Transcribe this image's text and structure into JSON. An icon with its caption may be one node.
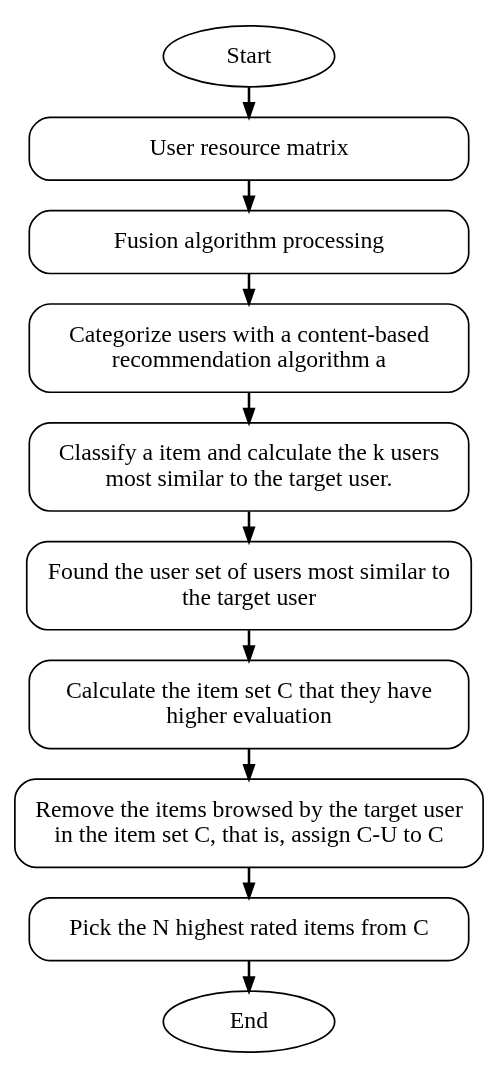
{
  "diagram": {
    "nodes": [
      {
        "text": [
          "Start"
        ]
      },
      {
        "text": [
          "User resource matrix"
        ]
      },
      {
        "text": [
          "Fusion algorithm processing"
        ]
      },
      {
        "text": [
          "Categorize users with a content-based recommendation algorithm a"
        ]
      },
      {
        "text": [
          "Classify a item and calculate the k users most similar to the target user."
        ]
      },
      {
        "text": [
          "Found the user set of users most similar to the target user"
        ]
      },
      {
        "text": [
          "Calculate the item set C that they have higher evaluation"
        ]
      },
      {
        "text": [
          "Remove the items browsed by the target user in the item set C, that is, assign C-U to C"
        ]
      },
      {
        "text": [
          "Pick the N highest rated items from C"
        ]
      },
      {
        "text": [
          "End"
        ]
      }
    ],
    "edges": [
      {
        "from": 0,
        "to": 1,
        "arrow": "to"
      },
      {
        "from": 1,
        "to": 2,
        "arrow": "to"
      },
      {
        "from": 2,
        "to": 3,
        "arrow": "to"
      },
      {
        "from": 3,
        "to": 4,
        "arrow": "to"
      },
      {
        "from": 4,
        "to": 5,
        "arrow": "to"
      },
      {
        "from": 5,
        "to": 6,
        "arrow": "to"
      },
      {
        "from": 6,
        "to": 7,
        "arrow": "to"
      },
      {
        "from": 7,
        "to": 8,
        "arrow": "to"
      },
      {
        "from": 8,
        "to": 9,
        "arrow": "to"
      }
    ]
  }
}
